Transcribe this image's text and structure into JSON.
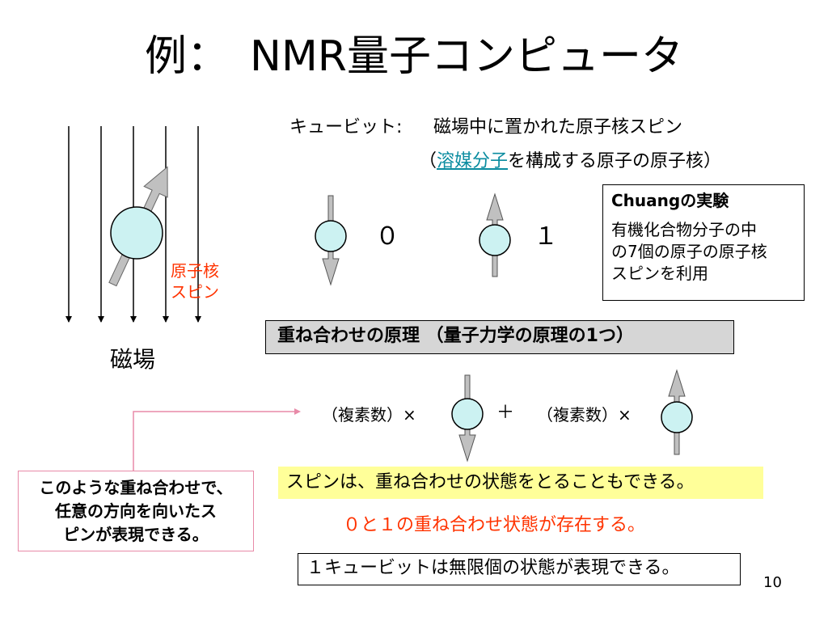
{
  "title": "例：　NMR量子コンピュータ",
  "qubit_line": {
    "label": "キュービット:",
    "description": "磁場中に置かれた原子核スピン"
  },
  "solvent_line": {
    "open": "（",
    "link": "溶媒分子",
    "rest": "を構成する原子の原子核）"
  },
  "chuang": {
    "title": "Chuangの実験",
    "line1": "有機化合物分子の中",
    "line2": "の7個の原子の原子核",
    "line3": "スピンを利用"
  },
  "states": {
    "zero": "０",
    "one": "１"
  },
  "left_diagram": {
    "nuclear_spin_line1": "原子核",
    "nuclear_spin_line2": "スピン",
    "magnetic_field": "磁場"
  },
  "principle": "重ね合わせの原理 （量子力学の原理の1つ）",
  "superposition": {
    "coef1": "（複素数）×",
    "plus": "＋",
    "coef2": "（複素数）×"
  },
  "can_box": {
    "line1": "このような重ね合わせで、",
    "line2": "任意の方向を向いたス",
    "line3": "ピンが表現できる。"
  },
  "spin_state": "スピンは、重ね合わせの状態をとることもできる。",
  "superpos_exist": "０と１の重ね合わせ状態が存在する。",
  "infinite": "１キュービットは無限個の状態が表現できる。",
  "page_number": "10",
  "colors": {
    "ball_fill": "#ccf2f2",
    "arrow_fill": "#c0c0c0",
    "red_text": "#ff3300",
    "link": "#0a8ca0",
    "highlight": "#ffff99",
    "principle_bg": "#d6d6d6",
    "pink_border": "#e88aa8"
  }
}
